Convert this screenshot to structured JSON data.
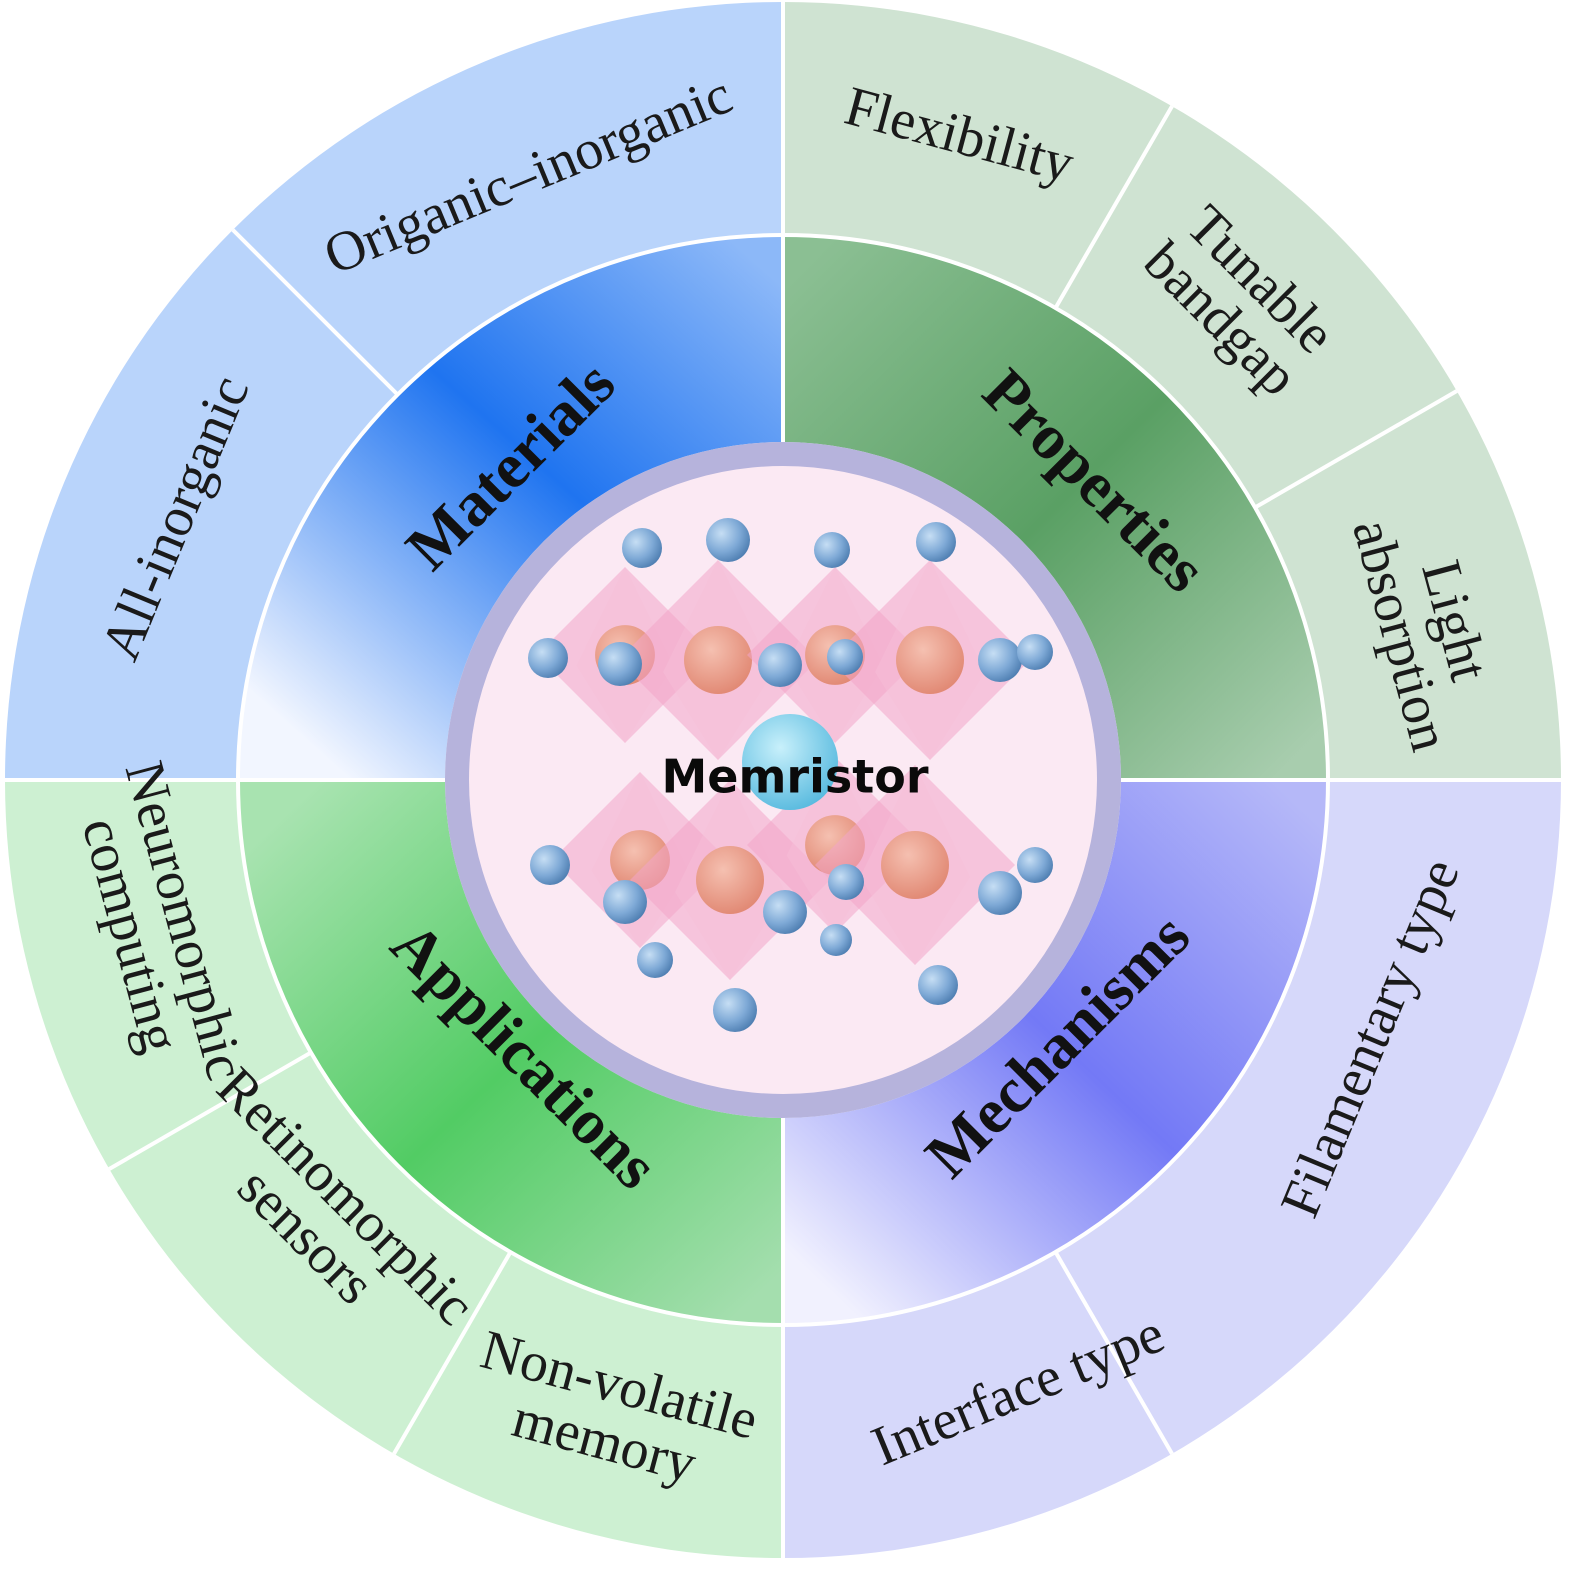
{
  "title": "Memristor",
  "quadrants": {
    "materials": {
      "label": "Materials",
      "color": "#3b82f6",
      "segments": [
        "All-inorganic",
        "Origanic–inorganic"
      ]
    },
    "properties": {
      "label": "Properties",
      "color": "#5a9e6a",
      "segments": [
        "Flexibility",
        [
          "Tunable",
          "bandgap"
        ],
        [
          "Light",
          "absorption"
        ]
      ]
    },
    "mechanisms": {
      "label": "Mechanisms",
      "color": "#6f74f5",
      "segments": [
        "Filamentary type",
        "Interface type"
      ]
    },
    "applications": {
      "label": "Applications",
      "color": "#4cc95f",
      "segments": [
        [
          "Neuromorphic",
          "computing"
        ],
        [
          "Retinomorphic",
          "sensors"
        ],
        [
          "Non-volatile",
          "memory"
        ]
      ]
    }
  },
  "colors": {
    "materials_outer": "#b9d4fb",
    "properties_outer": "#cfe3d2",
    "mechanisms_outer": "#d6d8fa",
    "applications_outer": "#cdf0d2",
    "center_fill": "#fbe9f3",
    "center_ring": "#a9a6d6",
    "atom_blue": "#7ea9d6",
    "atom_orange": "#e9957b",
    "octahedron_pink": "#f2a6c8"
  }
}
